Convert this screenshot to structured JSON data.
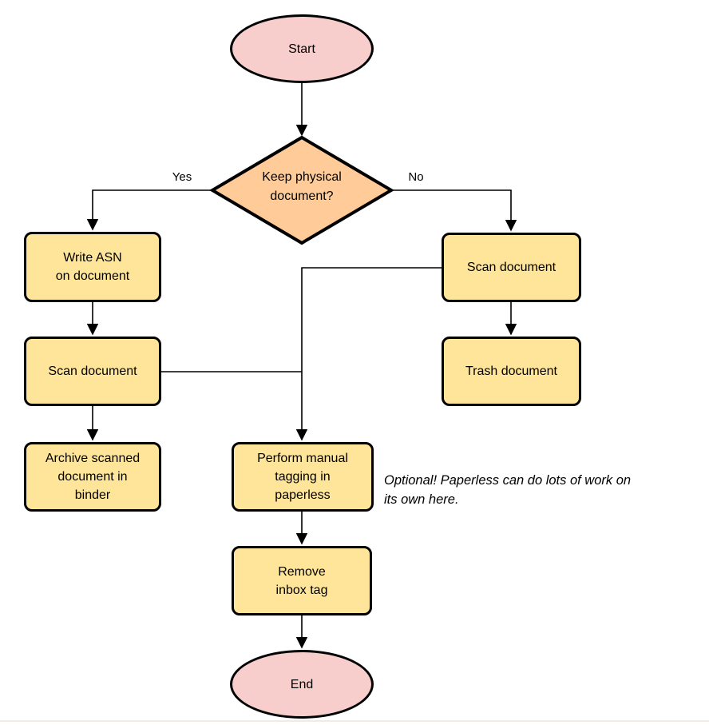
{
  "colors": {
    "terminator_fill": "#F8CECC",
    "decision_fill": "#FFCC99",
    "process_fill": "#FFE599",
    "stroke": "#000000",
    "text": "#000000",
    "page_edge": "#F5E9E6"
  },
  "nodes": {
    "start": {
      "label": "Start",
      "type": "terminator"
    },
    "decision": {
      "label": "Keep physical\ndocument?",
      "type": "decision"
    },
    "write_asn": {
      "label": "Write ASN\non document",
      "type": "process"
    },
    "scan_left": {
      "label": "Scan document",
      "type": "process"
    },
    "archive": {
      "label": "Archive scanned\ndocument in\nbinder",
      "type": "process"
    },
    "scan_right": {
      "label": "Scan document",
      "type": "process"
    },
    "trash": {
      "label": "Trash document",
      "type": "process"
    },
    "tagging": {
      "label": "Perform manual\ntagging in\npaperless",
      "type": "process"
    },
    "remove_inbox": {
      "label": "Remove\ninbox tag",
      "type": "process"
    },
    "end": {
      "label": "End",
      "type": "terminator"
    }
  },
  "edge_labels": {
    "yes": "Yes",
    "no": "No"
  },
  "annotation": "Optional! Paperless can do lots of work on\nits own here."
}
